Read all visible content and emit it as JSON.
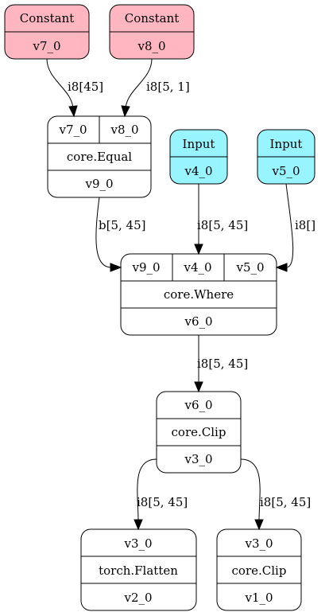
{
  "colors": {
    "constant_fill": "#ffb6c1",
    "input_fill": "#98f5ff",
    "op_fill": "#ffffff",
    "stroke": "#000000"
  },
  "nodes": {
    "const_v7": {
      "kind": "Constant",
      "output": "v7_0"
    },
    "const_v8": {
      "kind": "Constant",
      "output": "v8_0"
    },
    "input_v4": {
      "kind": "Input",
      "output": "v4_0"
    },
    "input_v5": {
      "kind": "Input",
      "output": "v5_0"
    },
    "equal": {
      "inputs": [
        "v7_0",
        "v8_0"
      ],
      "op": "core.Equal",
      "output": "v9_0"
    },
    "where": {
      "inputs": [
        "v9_0",
        "v4_0",
        "v5_0"
      ],
      "op": "core.Where",
      "output": "v6_0"
    },
    "clip1": {
      "inputs": [
        "v6_0"
      ],
      "op": "core.Clip",
      "output": "v3_0"
    },
    "flatten": {
      "inputs": [
        "v3_0"
      ],
      "op": "torch.Flatten",
      "output": "v2_0"
    },
    "clip2": {
      "inputs": [
        "v3_0"
      ],
      "op": "core.Clip",
      "output": "v1_0"
    }
  },
  "edges": {
    "v7_to_equal": "i8[45]",
    "v8_to_equal": "i8[5, 1]",
    "equal_to_where": "b[5, 45]",
    "v4_to_where": "i8[5, 45]",
    "v5_to_where": "i8[]",
    "where_to_clip": "i8[5, 45]",
    "clip_to_flatten": "i8[5, 45]",
    "clip_to_clip": "i8[5, 45]"
  }
}
